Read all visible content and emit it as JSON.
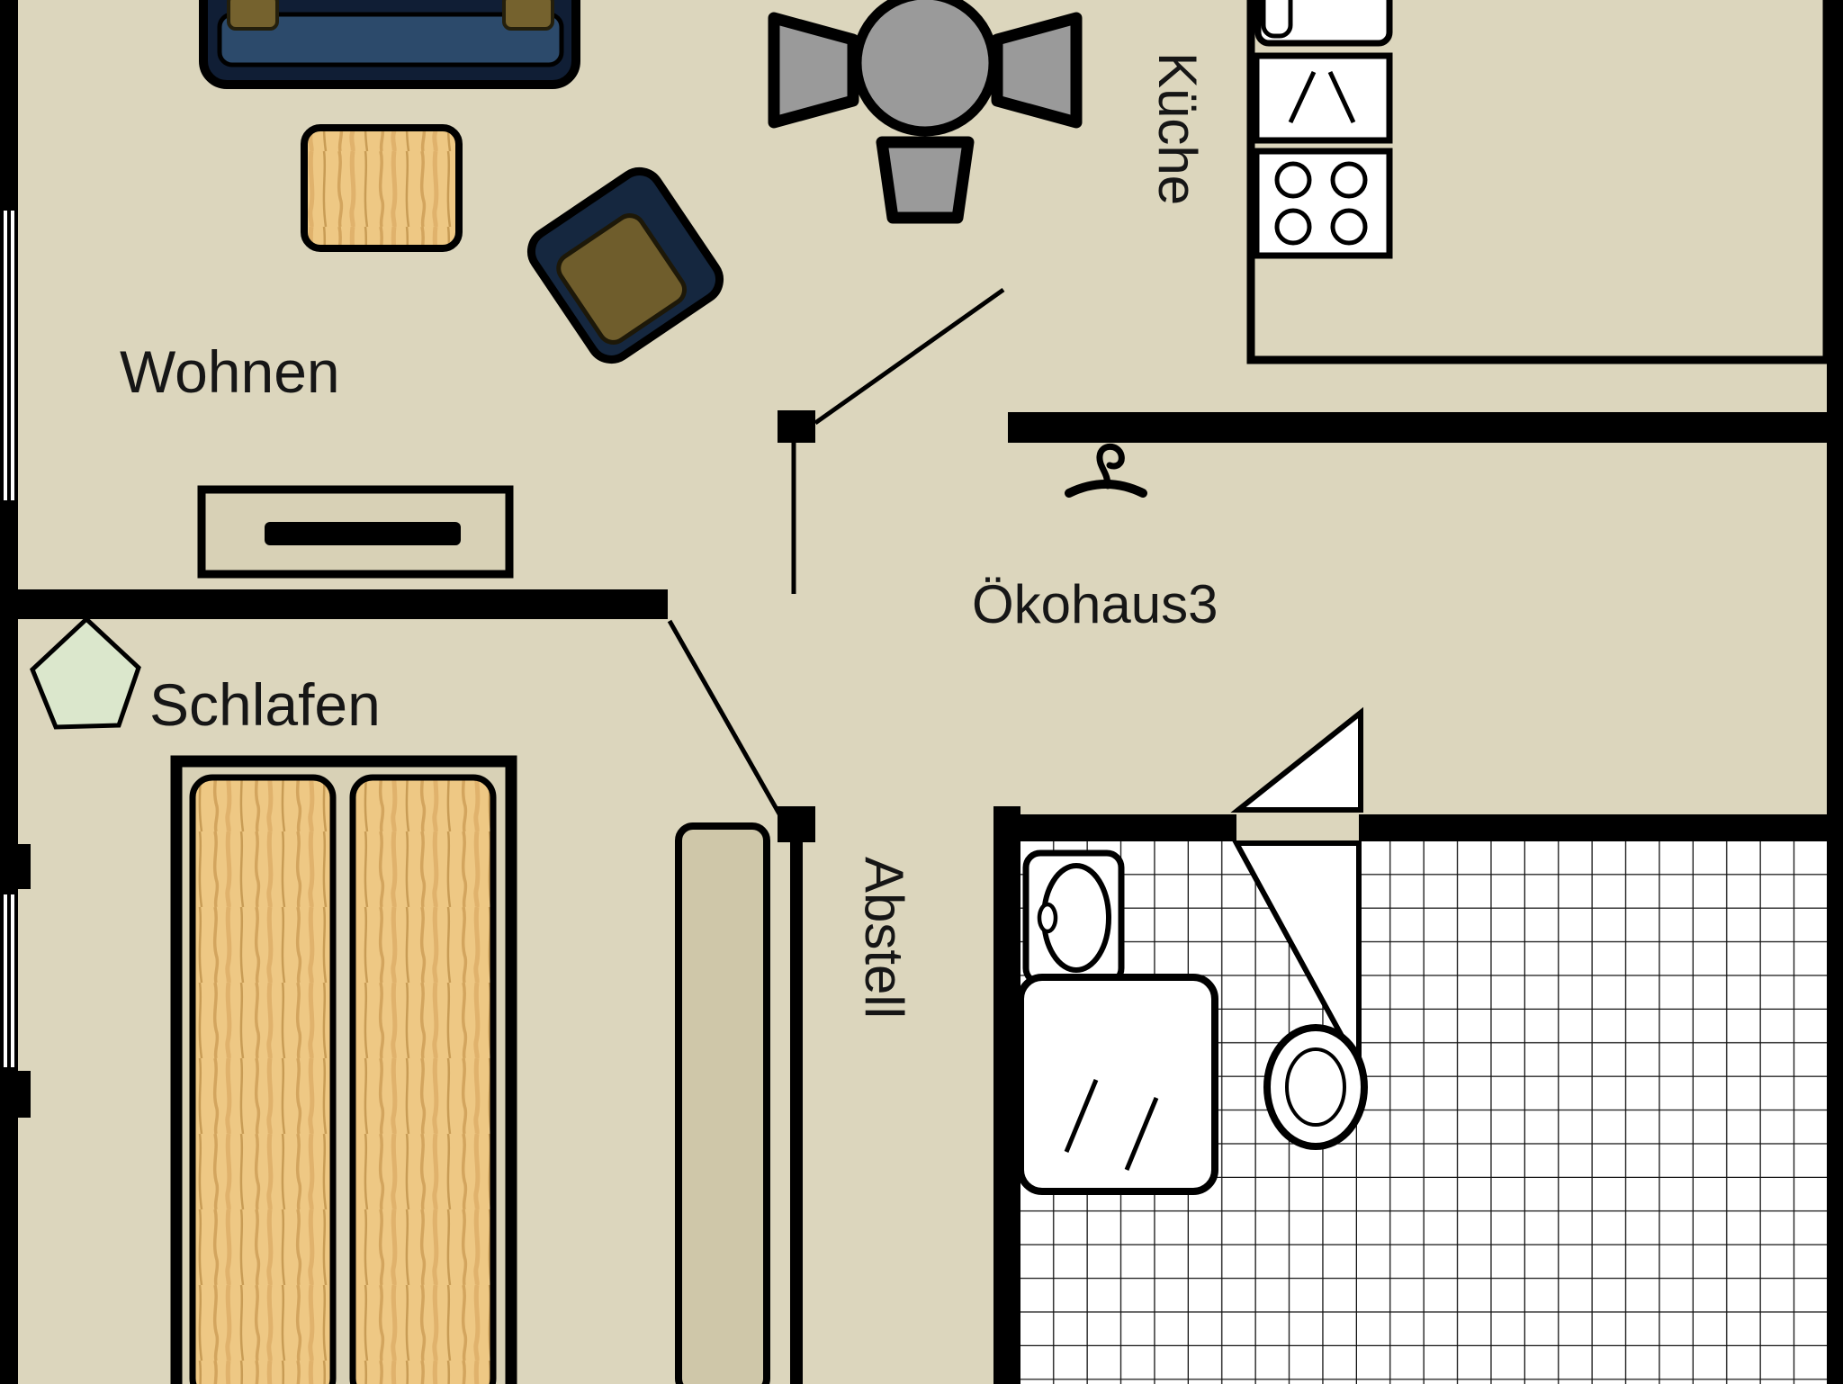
{
  "plan": {
    "title": "Ökohaus3",
    "rooms": {
      "living": {
        "label": "Wohnen"
      },
      "sleeping": {
        "label": "Schlafen"
      },
      "kitchen": {
        "label": "Küche"
      },
      "storage": {
        "label": "Abstell"
      }
    },
    "colors": {
      "floor": "#dcd6bd",
      "wall": "#000000",
      "wood": "#eec884",
      "wood_grain": "#d3a55e",
      "sofa_navy": "#101e35",
      "sofa_seat": "#2c4a6b",
      "cushion_olive": "#75622e",
      "table_gray": "#9a9a9a",
      "plant_green": "#dbe7cc",
      "cabinet_beige": "#cfc7a9",
      "sideboard_beige": "#d8d1b6",
      "fixture_white": "#ffffff"
    },
    "icons": [
      "sofa-icon",
      "coffee-table-icon",
      "armchair-icon",
      "dining-table-icon",
      "dining-chair-icon",
      "sideboard-icon",
      "plant-icon",
      "coat-hook-icon",
      "double-bed-icon",
      "wardrobe-icon",
      "kitchen-counter-icon",
      "sink-icon",
      "dish-drainer-icon",
      "stove-icon",
      "washbasin-icon",
      "shower-icon",
      "toilet-icon",
      "door-swing-icon",
      "window-icon"
    ]
  }
}
